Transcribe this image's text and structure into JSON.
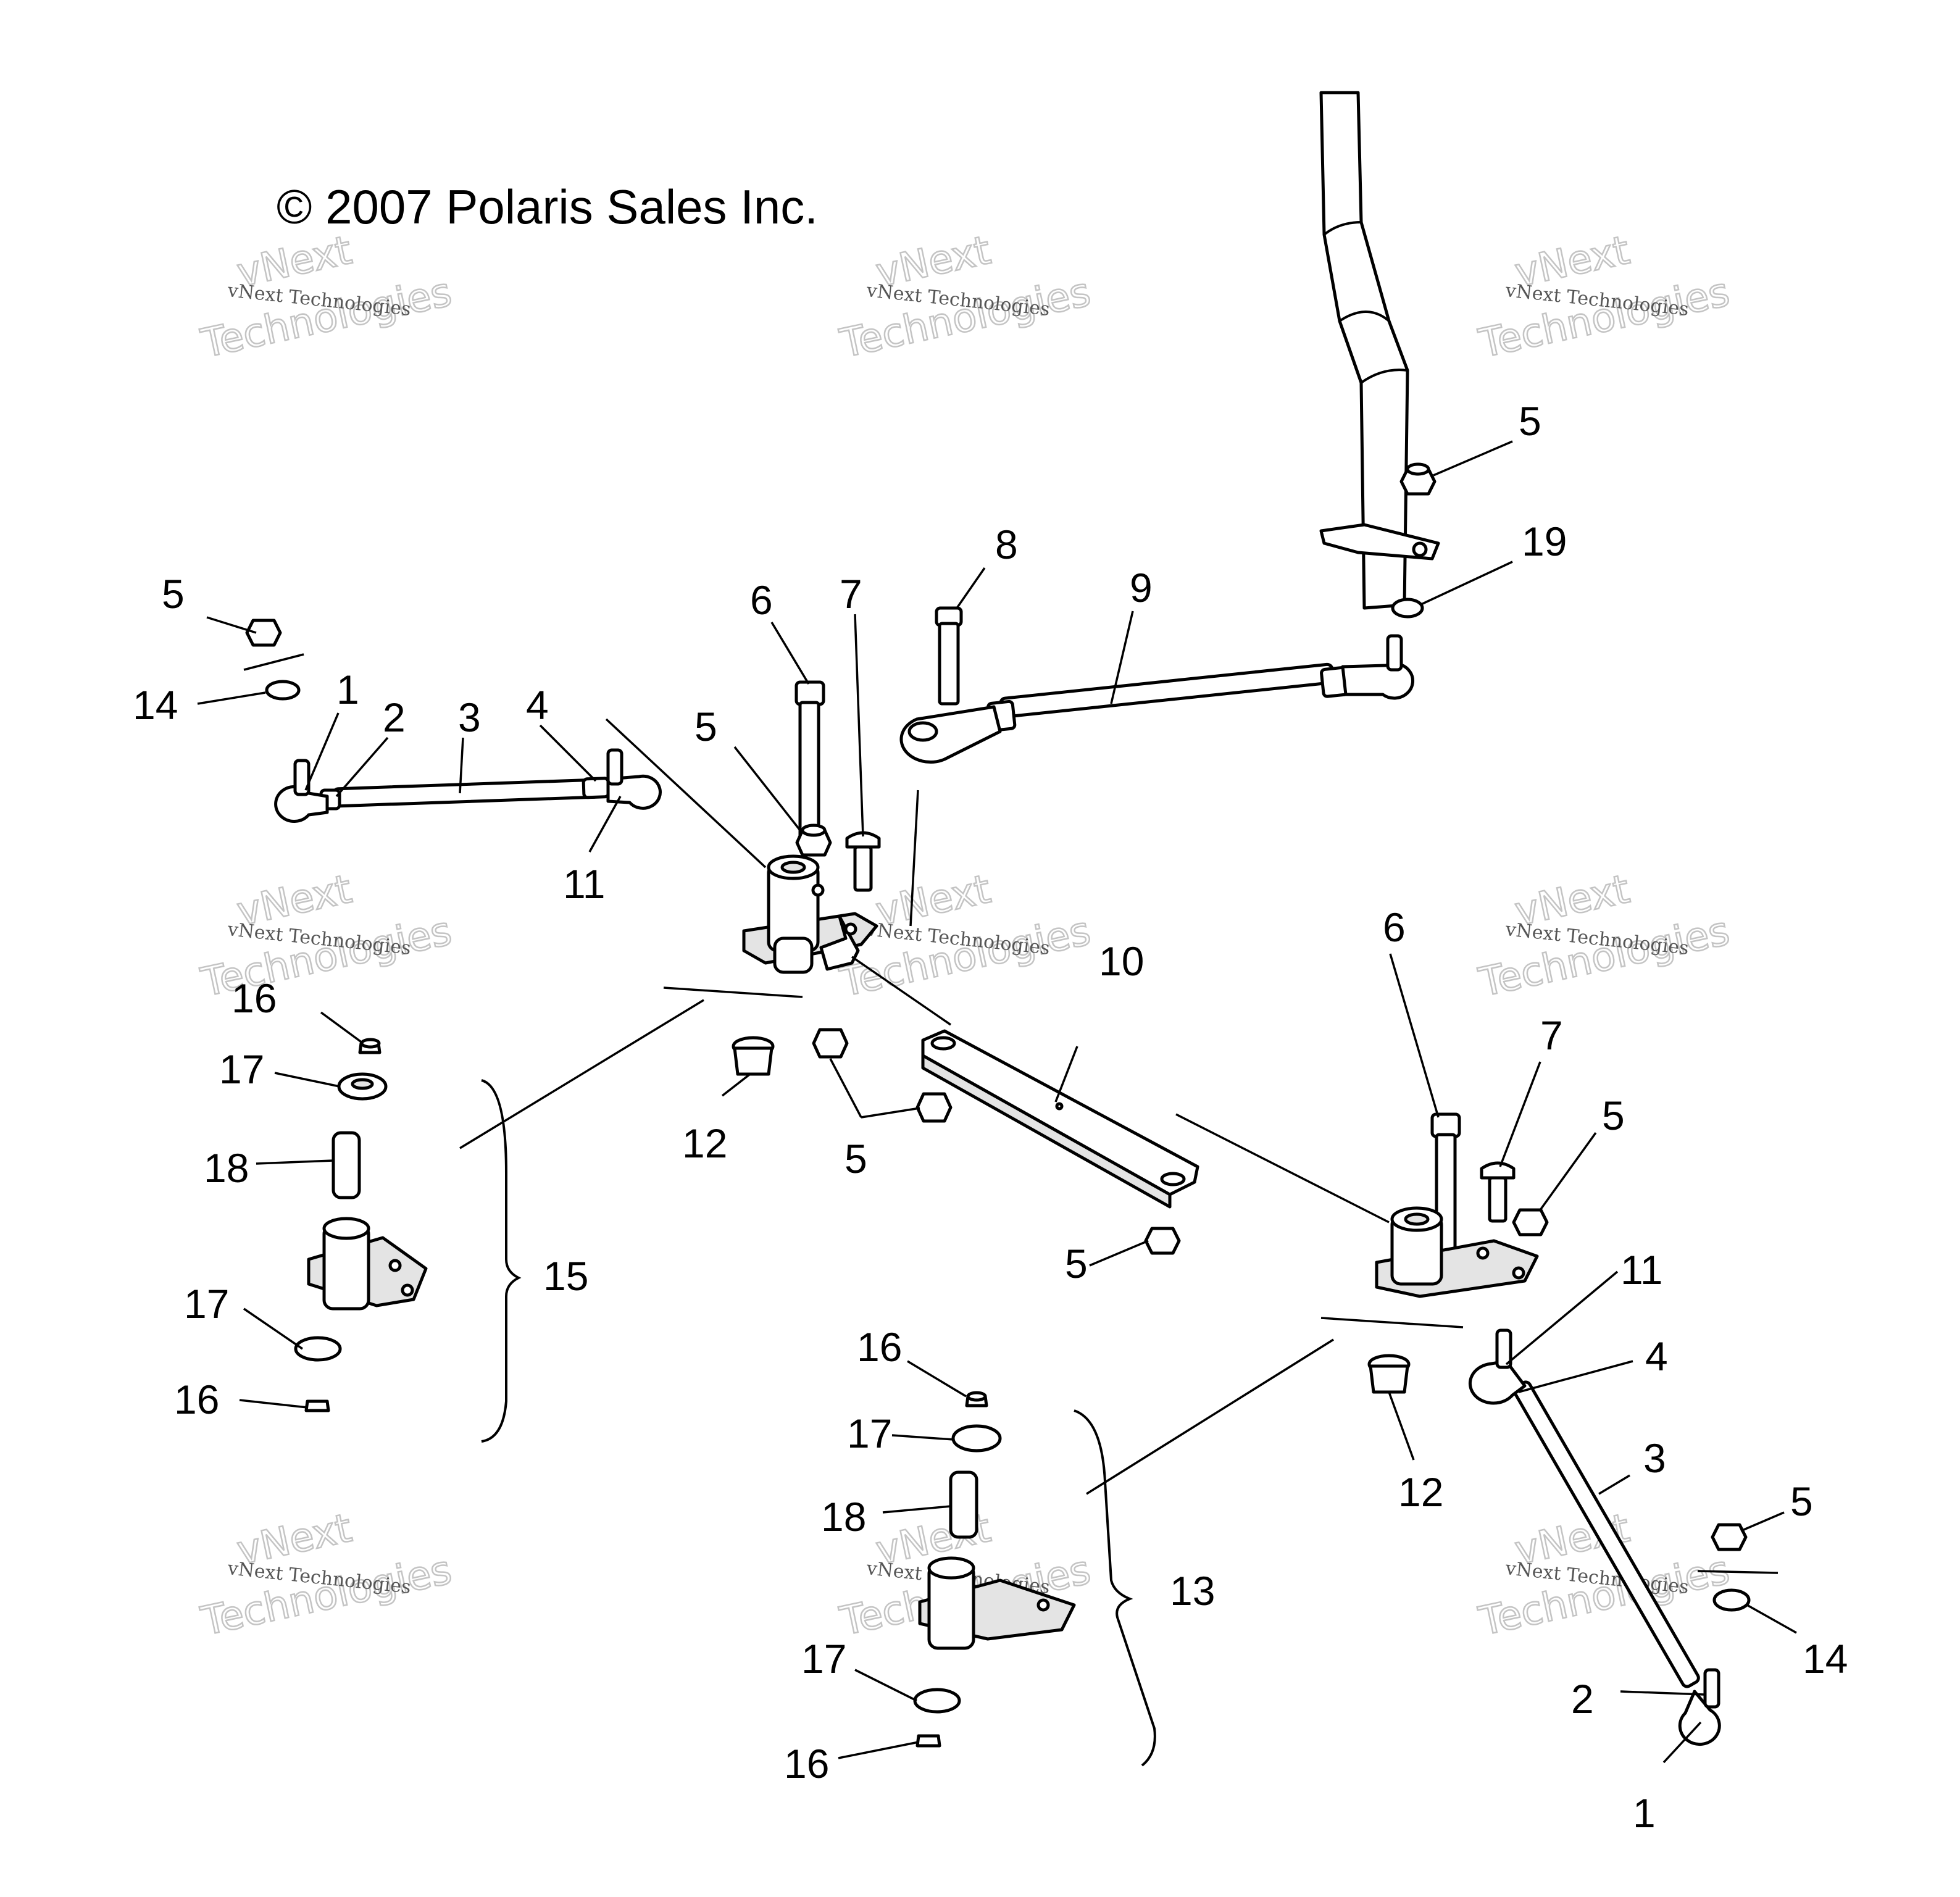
{
  "copyright": "© 2007 Polaris Sales Inc.",
  "watermark": {
    "line1": "vNext",
    "line2": "vNext Technologies",
    "line3": "Technologies"
  },
  "callouts": {
    "c1a": "1",
    "c1b": "1",
    "c2a": "2",
    "c2b": "2",
    "c3a": "3",
    "c3b": "3",
    "c4a": "4",
    "c4b": "4",
    "c5a": "5",
    "c5b": "5",
    "c5c": "5",
    "c5d": "5",
    "c5e": "5",
    "c5f": "5",
    "c5g": "5",
    "c6a": "6",
    "c6b": "6",
    "c7a": "7",
    "c7b": "7",
    "c8": "8",
    "c9": "9",
    "c10": "10",
    "c11a": "11",
    "c11b": "11",
    "c12a": "12",
    "c12b": "12",
    "c13": "13",
    "c14a": "14",
    "c14b": "14",
    "c15": "15",
    "c16a": "16",
    "c16b": "16",
    "c16c": "16",
    "c16d": "16",
    "c17a": "17",
    "c17b": "17",
    "c17c": "17",
    "c17d": "17",
    "c18a": "18",
    "c18b": "18",
    "c19": "19"
  }
}
